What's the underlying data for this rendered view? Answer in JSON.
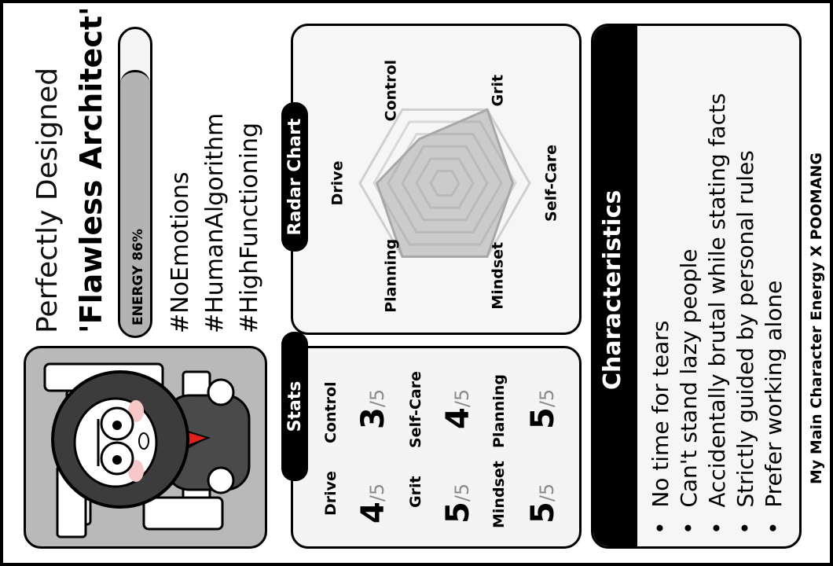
{
  "header": {
    "subtitle": "Perfectly Designed",
    "title": "'Flawless Architect'"
  },
  "energy": {
    "label": "ENERGY 86%",
    "percent": 86
  },
  "tags": [
    "#NoEmotions",
    "#HumanAlgorithm",
    "#HighFunctioning"
  ],
  "radar": {
    "title": "Radar Chart",
    "axes": [
      "Control",
      "Grit",
      "Self-Care",
      "Mindset",
      "Planning",
      "Drive"
    ]
  },
  "chart_data": {
    "type": "radar",
    "categories": [
      "Control",
      "Grit",
      "Self-Care",
      "Mindset",
      "Planning",
      "Drive"
    ],
    "values": [
      3,
      5,
      4,
      5,
      5,
      4
    ],
    "max": 5
  },
  "stats": {
    "title": "Stats",
    "items": [
      {
        "label": "Drive",
        "value": "4",
        "max": "/5"
      },
      {
        "label": "Control",
        "value": "3",
        "max": "/5"
      },
      {
        "label": "Grit",
        "value": "5",
        "max": "/5"
      },
      {
        "label": "Self-Care",
        "value": "4",
        "max": "/5"
      },
      {
        "label": "Mindset",
        "value": "5",
        "max": "/5"
      },
      {
        "label": "Planning",
        "value": "5",
        "max": "/5"
      }
    ]
  },
  "characteristics": {
    "title": "Characteristics",
    "items": [
      "No time for tears",
      "Can't stand lazy people",
      "Accidentally brutal while stating facts",
      "Strictly guided by personal rules",
      "Prefer working alone"
    ]
  },
  "footer": "My Main Character Energy X POOMANG",
  "colors": {
    "accent": "#000000",
    "panel": "#f4f4f4",
    "fill": "#b3b3b3",
    "tie": "#e0201b"
  }
}
